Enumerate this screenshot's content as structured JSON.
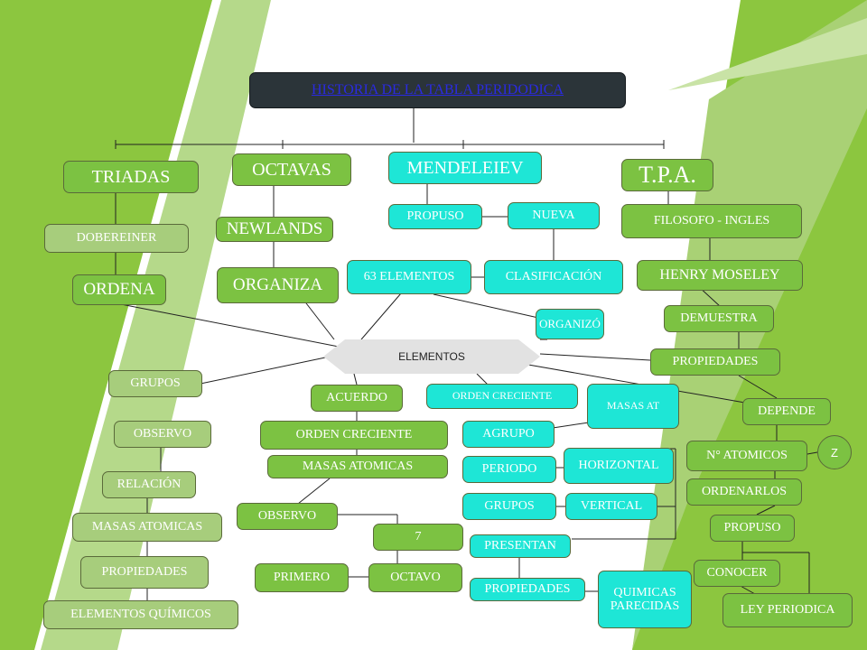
{
  "title": "HISTORIA DE LA TABLA PERIDODICA",
  "nodes": {
    "triadas": "TRIADAS",
    "octavas": "OCTAVAS",
    "mendeleiev": "MENDELEIEV",
    "tpa": "T.P.A.",
    "dobereiner": "DOBEREINER",
    "ordena": "ORDENA",
    "newlands": "NEWLANDS",
    "organiza": "ORGANIZA",
    "propuso_mendeleiev": "PROPUSO",
    "nueva": "NUEVA",
    "elementos_63": "63 ELEMENTOS",
    "clasificacion": "CLASIFICACIÓN",
    "organizo": "ORGANIZÓ",
    "filosofo": "FILOSOFO - INGLES",
    "moseley": "HENRY MOSELEY",
    "demuestra": "DEMUESTRA",
    "propiedades_tpa": "PROPIEDADES",
    "depende": "DEPENDE",
    "atomicos": "N° ATOMICOS",
    "z": "Z",
    "ordenarlos": "ORDENARLOS",
    "propuso_tpa": "PROPUSO",
    "conocer": "CONOCER",
    "ley": "LEY PERIODICA",
    "elementos": "ELEMENTOS",
    "grupos_left": "GRUPOS",
    "observo_left": "OBSERVO",
    "relacion": "RELACIÓN",
    "masas_left": "MASAS ATOMICAS",
    "propiedades_left": "PROPIEDADES",
    "elementos_quimicos": "ELEMENTOS QUÍMICOS",
    "acuerdo": "ACUERDO",
    "orden_creciente": "ORDEN CRECIENTE",
    "masas_center": "MASAS ATOMICAS",
    "observo_center": "OBSERVO",
    "seven": "7",
    "primero": "PRIMERO",
    "octavo": "OCTAVO",
    "orden_creciente_c": "ORDEN CRECIENTE",
    "masas_at": "MASAS AT",
    "agrupo": "AGRUPO",
    "periodo": "PERIODO",
    "horizontal": "HORIZONTAL",
    "grupos_c": "GRUPOS",
    "vertical": "VERTICAL",
    "presentan": "PRESENTAN",
    "propiedades_c": "PROPIEDADES",
    "quimicas": "QUIMICAS PARECIDAS"
  }
}
